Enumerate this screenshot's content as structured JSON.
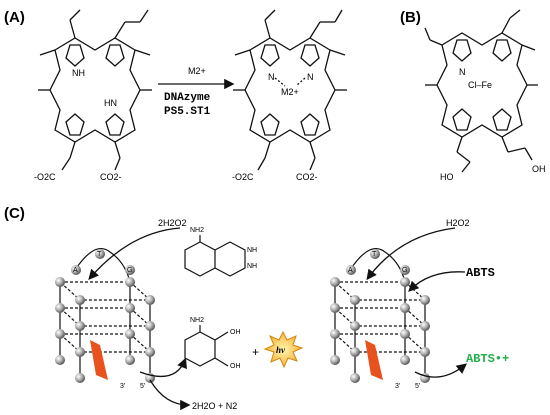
{
  "panels": {
    "a": {
      "label": "(A)",
      "ligand_top_left": "NH",
      "ligand_mid_right": "HN",
      "carboxylate_left": "-O2C",
      "carboxylate_right": "CO2-",
      "arrow_reagent": "M2+",
      "arrow_line1": "DNAzyme",
      "arrow_line2": "PS5.ST1",
      "product_center": "M2+",
      "product_n_left": "N",
      "product_n_right": "N",
      "product_carbox_left": "-O2C",
      "product_carbox_right": "CO2-"
    },
    "b": {
      "label": "(B)",
      "center": "Cl–Fe",
      "acid_left": "HO",
      "acid_right": "OH",
      "n_label": "N"
    },
    "c": {
      "label": "(C)",
      "left_reagent": "2H2O2",
      "luminol_nh2": "NH2",
      "luminol_nh_top": "NH",
      "luminol_nh_bottom": "NH",
      "product_nh2": "NH2",
      "product_oh_top": "OH",
      "product_oh_bottom": "OH",
      "hv": "hν",
      "plus": "+",
      "byproduct": "2H2O + N2",
      "right_reagent": "H2O2",
      "abts": "ABTS",
      "abts_radical": "ABTS•+",
      "three_prime": "3'",
      "five_prime": "5'",
      "nuc_a": "A",
      "nuc_t": "T",
      "nuc_g": "G"
    }
  },
  "colors": {
    "hemin_plane": "#e8521c",
    "abts_radical": "#22b04a",
    "hv_burst": "#f5a623"
  }
}
